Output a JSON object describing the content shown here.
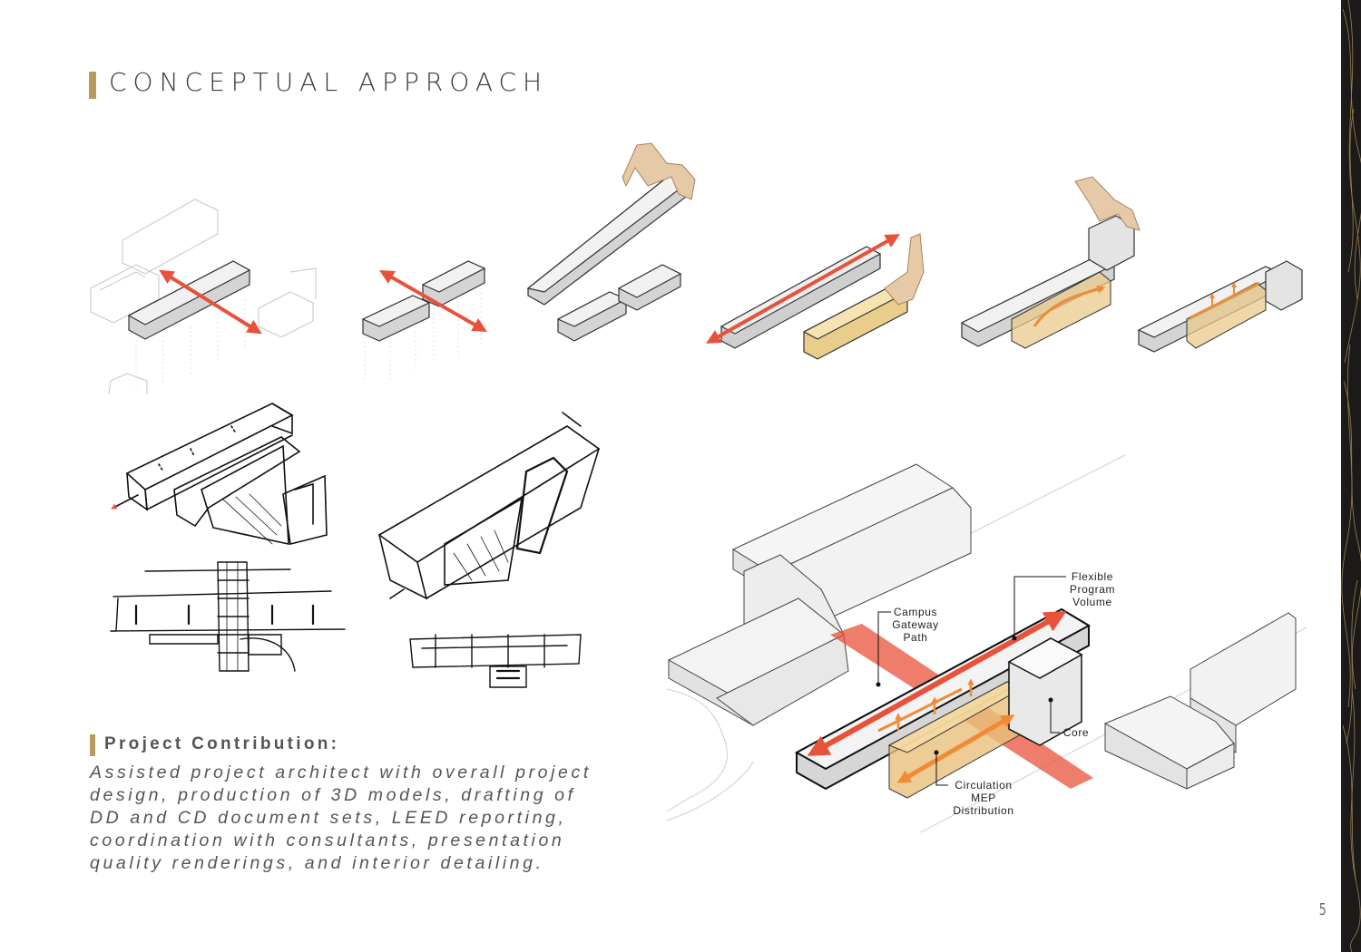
{
  "page": {
    "title": "CONCEPTUAL APPROACH",
    "page_number": "5",
    "accent_color": "#b99a5b",
    "arrow_color": "#e8513a"
  },
  "contribution": {
    "heading": "Project Contribution:",
    "lines": [
      "Assisted project architect with overall project",
      "design, production of 3D models, drafting of",
      "DD and CD document sets, LEED reporting,",
      "coordination with consultants, presentation",
      "quality renderings, and interior detailing."
    ]
  },
  "diagram_labels": {
    "flexible_program_volume": [
      "Flexible",
      "Program",
      "Volume"
    ],
    "campus_gateway_path": [
      "Campus",
      "Gateway",
      "Path"
    ],
    "core": "Core",
    "circulation_mep": [
      "Circulation",
      "MEP",
      "Distribution"
    ]
  }
}
